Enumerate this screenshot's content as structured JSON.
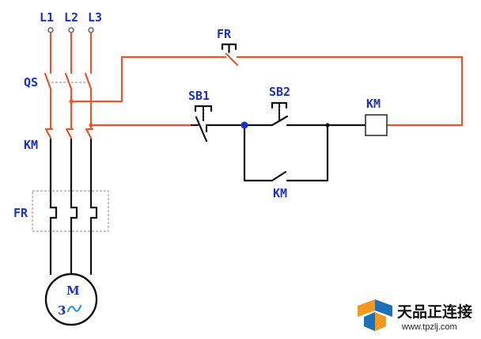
{
  "labels": {
    "l1": "L1",
    "l2": "L2",
    "l3": "L3",
    "qs": "QS",
    "km_main": "KM",
    "fr_main": "FR",
    "fr_control": "FR",
    "sb1": "SB1",
    "sb2": "SB2",
    "km_coil": "KM",
    "km_aux": "KM",
    "motor_letter": "M",
    "motor_phase": "3"
  },
  "brand": {
    "name": "天品正连接",
    "url": "www.tpzlj.com"
  },
  "colors": {
    "power_wire": "#e8552a",
    "load_wire": "#111111",
    "label_text": "#1a2fd0",
    "junction": "#1a2fd0",
    "logo_orange": "#f29a1f",
    "logo_blue": "#1d6fb8"
  },
  "icons": {
    "motor": "three-phase-motor-icon",
    "coil": "contactor-coil-icon",
    "logo": "tpzlj-logo-icon"
  }
}
